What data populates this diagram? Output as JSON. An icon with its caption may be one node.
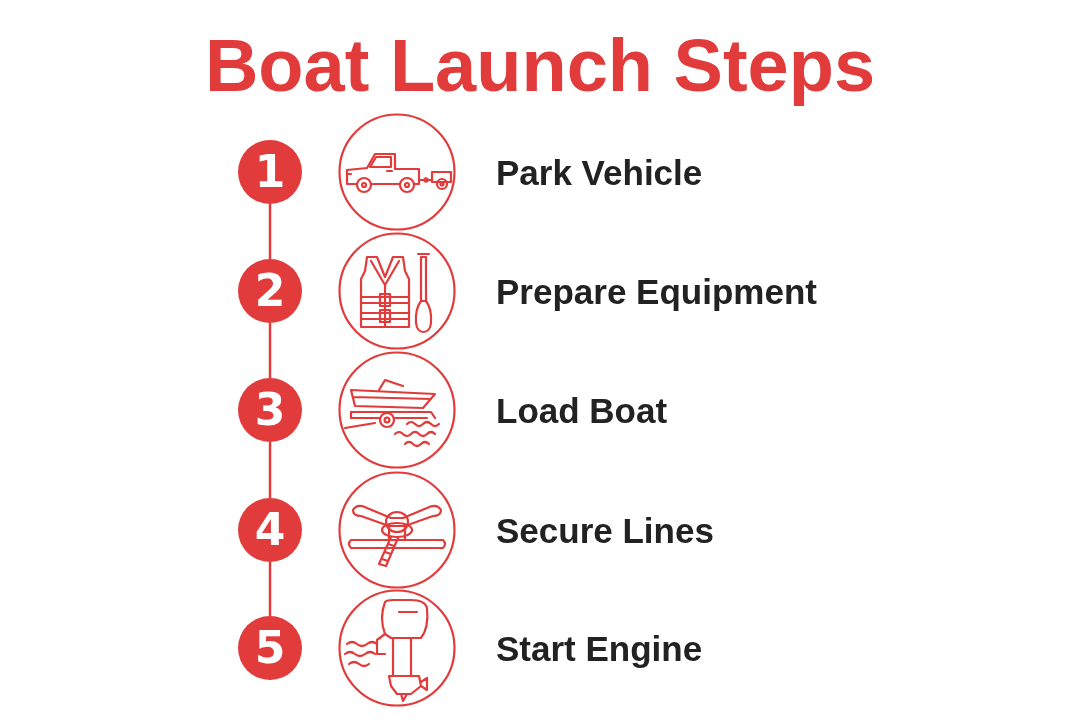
{
  "diagram": {
    "title": "Boat Launch Steps",
    "nodes": [
      {
        "text": [
          "1"
        ]
      },
      {
        "text": [],
        "shape": "picture",
        "beside": [
          "Park Vehicle"
        ]
      },
      {
        "text": [
          "2"
        ]
      },
      {
        "text": [],
        "shape": "picture",
        "beside": [
          "Prepare Equipment"
        ]
      },
      {
        "text": [
          "3"
        ]
      },
      {
        "text": [],
        "shape": "picture",
        "beside": [
          "Load Boat"
        ]
      },
      {
        "text": [
          "4"
        ]
      },
      {
        "text": [],
        "shape": "picture",
        "beside": [
          "Secure Lines"
        ]
      },
      {
        "text": [
          "5"
        ]
      },
      {
        "text": [],
        "shape": "picture",
        "beside": [
          "Start Engine"
        ]
      }
    ],
    "edges": [
      {
        "from": 0,
        "to": 2,
        "arrow": "none"
      },
      {
        "from": 2,
        "to": 4,
        "arrow": "none"
      },
      {
        "from": 4,
        "to": 6,
        "arrow": "none"
      },
      {
        "from": 6,
        "to": 8,
        "arrow": "none"
      }
    ]
  }
}
